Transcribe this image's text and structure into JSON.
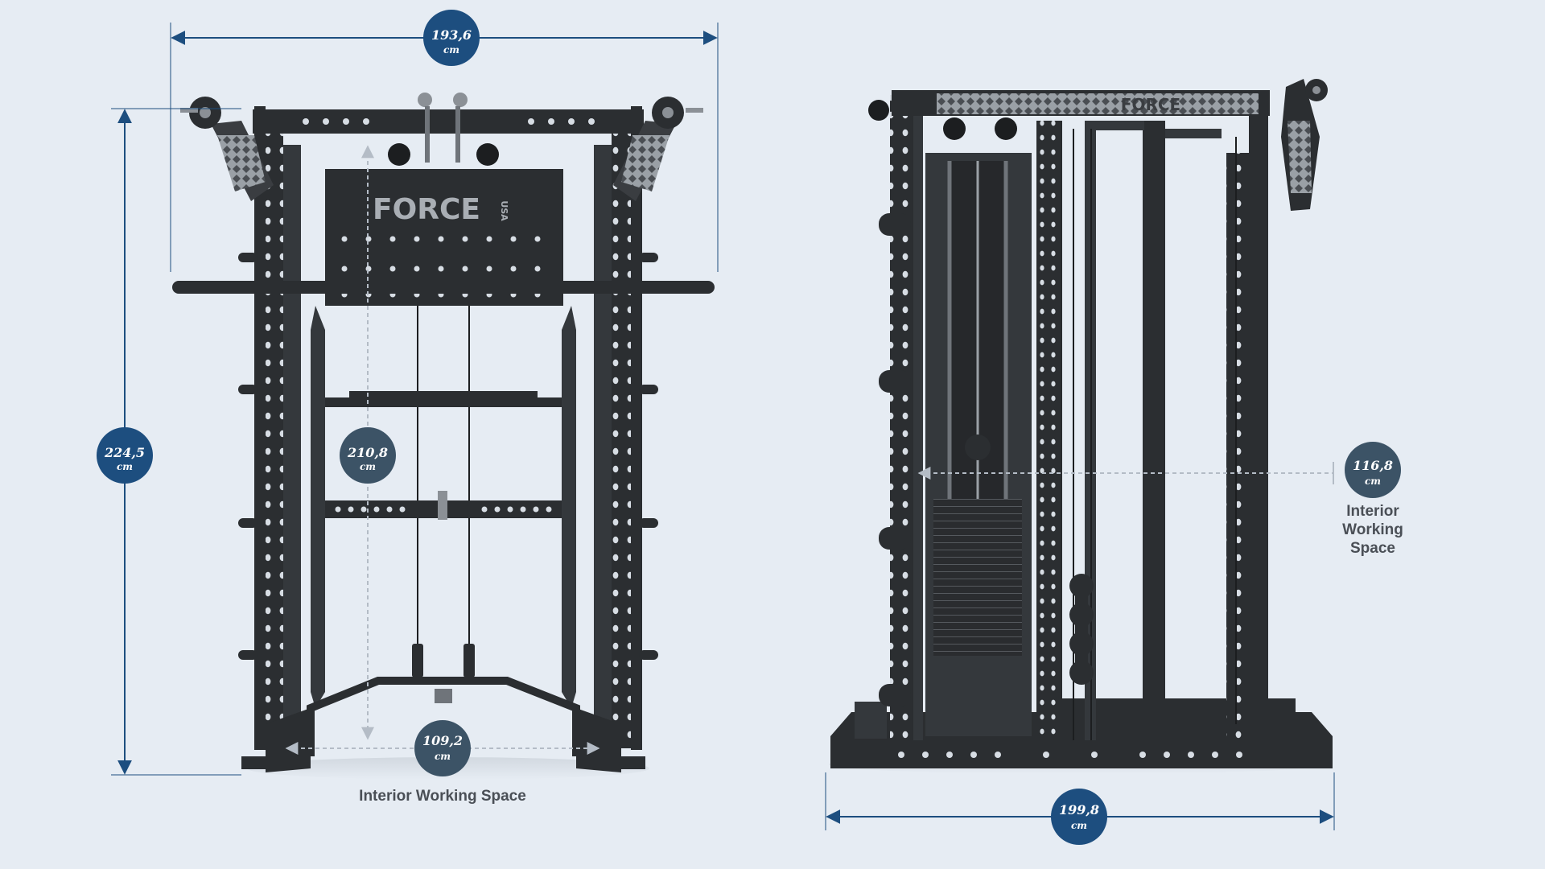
{
  "brand": {
    "name": "FORCE",
    "sub": "USA",
    "colors": {
      "primary": "#1d4e7f",
      "secondary": "#3c5366",
      "frame": "#2b2e31",
      "background": "#e6ecf3"
    }
  },
  "front_view": {
    "width": {
      "value": "193,6",
      "unit": "cm"
    },
    "height": {
      "value": "224,5",
      "unit": "cm"
    },
    "interior_height": {
      "value": "210,8",
      "unit": "cm"
    },
    "interior_width": {
      "value": "109,2",
      "unit": "cm"
    },
    "caption": "Interior Working Space"
  },
  "side_view": {
    "depth": {
      "value": "199,8",
      "unit": "cm"
    },
    "interior_depth": {
      "value": "116,8",
      "unit": "cm"
    },
    "caption_lines": [
      "Interior",
      "Working",
      "Space"
    ]
  }
}
